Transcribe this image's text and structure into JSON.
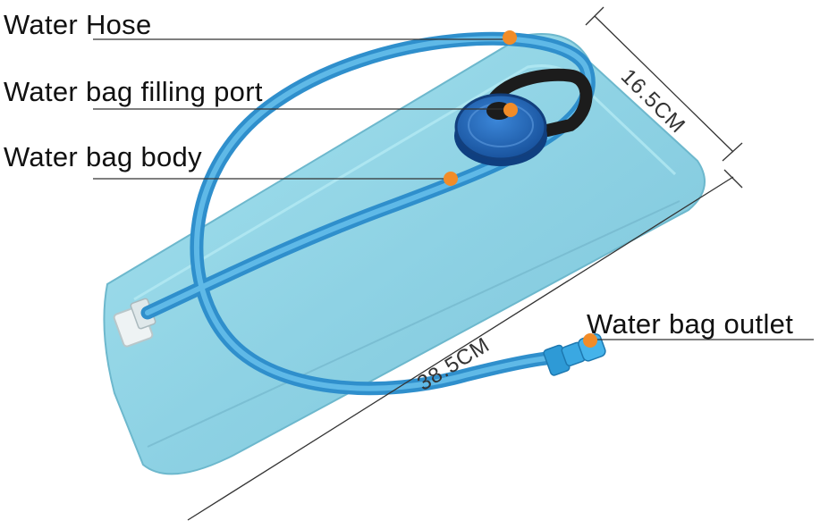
{
  "callouts": {
    "water_hose": "Water Hose",
    "filling_port": "Water bag filling port",
    "bag_body": "Water bag body",
    "bag_outlet": "Water bag outlet"
  },
  "dimensions": {
    "width": "16.5CM",
    "length": "38.5CM"
  },
  "colors": {
    "marker": "#f28c28",
    "bag": "#8fd6e6",
    "hose": "#3aa2dc",
    "cap": "#1a5fae",
    "leader_line": "#333333"
  }
}
